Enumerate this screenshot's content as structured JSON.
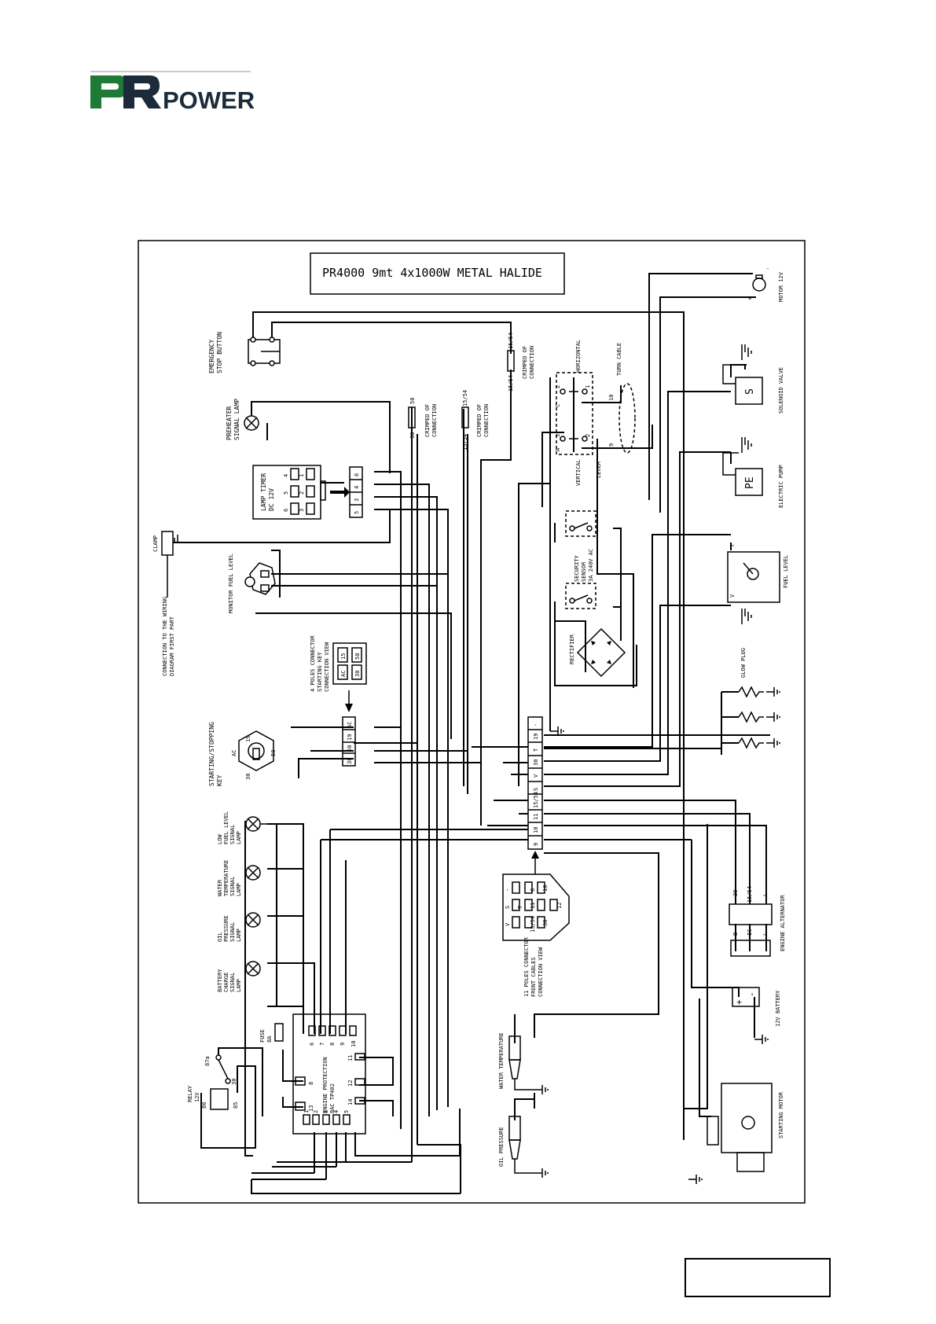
{
  "brand": {
    "name": "PR POWER",
    "word": "POWER",
    "colors": {
      "green": "#1e7a35",
      "dark": "#1b2b3a"
    }
  },
  "diagram": {
    "title": "PR4000 9mt 4x1000W METAL HALIDE",
    "components": {
      "emergency_stop": [
        "EMERGENCY",
        "STOP BUTTON"
      ],
      "preheater_lamp": [
        "PREHEATER",
        "SIGNAL LAMP"
      ],
      "lamp_timer": [
        "LAMP TIMER",
        "DC 12V"
      ],
      "clamp": "CLAMP",
      "connection_wiring": [
        "CONNECTION TO THE WIRING",
        "DIAGRAM FIRST PART"
      ],
      "monitor_fuel": "MONITOR FUEL LEVEL",
      "poles_connector_4": [
        "4 POLES CONNECTOR",
        "STARTING KEY",
        "CONNECTION VIEW"
      ],
      "starting_key": [
        "STARTING/STOPPING",
        "KEY"
      ],
      "low_fuel_lamp": [
        "LOW",
        "FUEL LEVEL",
        "SIGNAL",
        "LAMP"
      ],
      "water_temp_lamp": [
        "WATER",
        "TEMPERATURE",
        "SIGNAL",
        "LAMP"
      ],
      "oil_pressure_lamp": [
        "OIL",
        "PRESSURE",
        "SIGNAL",
        "LAMP"
      ],
      "battery_lamp": [
        "BATTERY",
        "CHARGE",
        "SIGNAL",
        "LAMP"
      ],
      "fuse": [
        "FUSE",
        "8A"
      ],
      "relay": [
        "RELAY",
        "12V"
      ],
      "engine_protection": [
        "ENGINE PROTECTION",
        "BAC TP402"
      ],
      "crimped_1": [
        "CRIMPED OF",
        "CONNECTION"
      ],
      "crimped_2": [
        "CRIMPED OF",
        "CONNECTION"
      ],
      "crimped_3": [
        "CRIMPED OF",
        "CONNECTION"
      ],
      "horizontal": "HORIZONTAL",
      "vertical": "VERTICAL",
      "lever": "LEVER",
      "turn_cable": "TURN CABLE",
      "security": [
        "SECURITY",
        "SENSOR",
        "3A 240V AC"
      ],
      "rectifier": "RECTIFIER",
      "poles_connector_11": [
        "11 POLES CONNECTOR",
        "FRONT CABLES",
        "CONNECTION VIEW"
      ],
      "water_temperature": "WATER TEMPERATURE",
      "oil_pressure": "OIL PRESSURE",
      "motor": "MOTOR 12V",
      "solenoid": "SOLENOID VALVE",
      "electric_pump": "ELECTRIC PUMP",
      "fuel_level": "FUEL LEVEL",
      "glow_plug": "GLOW PLUG",
      "engine_alternator": "ENGINE ALTERNATOR",
      "battery": "12V BATTERY",
      "starting_motor": "STARTING MOTOR"
    },
    "symbols": {
      "solenoid": "S",
      "pump": "PE",
      "fuel_t": "T",
      "fuel_v": "V",
      "battery_plus": "+",
      "battery_minus": "-",
      "motor_plus": "+",
      "motor_minus": "-"
    },
    "pins": {
      "crimp1": [
        "30",
        "50"
      ],
      "crimp2": [
        "15/54",
        "15/54"
      ],
      "crimp3": [
        "15/54",
        "15/54"
      ],
      "timer_module": [
        "4",
        "5",
        "6",
        "1",
        "2",
        "3"
      ],
      "timer_block": [
        "6",
        "4",
        "3",
        "5"
      ],
      "key_block": [
        "AC",
        "19",
        "50",
        "30"
      ],
      "key_labels": [
        "19",
        "AC",
        "50",
        "30"
      ],
      "conn4": [
        "15",
        "50",
        "AC",
        "30"
      ],
      "main_block": [
        "-",
        "19",
        "T",
        "30",
        "V",
        "S",
        "15/54",
        "11",
        "10",
        "9"
      ],
      "conn11": [
        "-",
        "8",
        "10",
        "S",
        "T",
        "11",
        "12",
        "V",
        "15/54",
        "30"
      ],
      "protection_top": [
        "6",
        "7",
        "8",
        "9",
        "10"
      ],
      "protection_right": [
        "11",
        "12",
        "14"
      ],
      "protection_left": [
        "8",
        "13"
      ],
      "protection_bottom": [
        "1",
        "2",
        "3",
        "4",
        "5"
      ],
      "relay": [
        "87a",
        "30",
        "86",
        "85"
      ],
      "alternator": [
        "30",
        "15/54",
        "L"
      ],
      "alternator_inner": [
        "B",
        "IG",
        "L"
      ],
      "switch_h": [
        "2",
        "1",
        "C"
      ],
      "switch_v": [
        "3",
        "2",
        "A"
      ],
      "turn_cable_wires": [
        "10",
        "9"
      ]
    }
  }
}
